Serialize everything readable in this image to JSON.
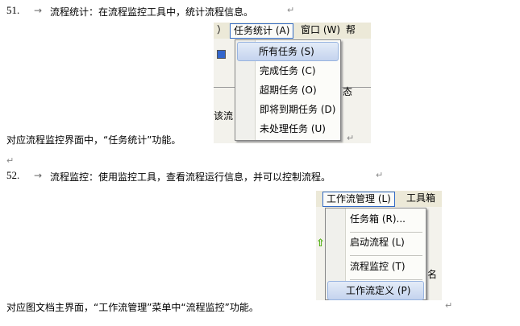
{
  "item51": {
    "number": "51.",
    "arrow": "→",
    "text": "流程统计：在流程监控工具中，统计流程信息。",
    "caption": "对应流程监控界面中，“任务统计”功能。"
  },
  "shot1": {
    "menubar": [
      "）",
      "任务统计 (A)",
      "窗口 (W)",
      "帮"
    ],
    "menu": [
      "所有任务 (S)",
      "完成任务 (C)",
      "超期任务 (O)",
      "即将到期任务 (D)",
      "未处理任务 (U)"
    ],
    "bg_fragments": [
      "该流",
      "态"
    ]
  },
  "item52": {
    "number": "52.",
    "arrow": "→",
    "text": "流程监控：使用监控工具，查看流程运行信息，并可以控制流程。",
    "caption": "对应图文档主界面，“工作流管理”菜单中“流程监控”功能。"
  },
  "shot2": {
    "menubar": [
      "工作流管理 (L)",
      "工具箱"
    ],
    "menu": [
      "任务箱 (R)...",
      "启动流程 (L)",
      "流程监控 (T)",
      "工作流定义 (P)"
    ],
    "bg_fragments": [
      "名"
    ]
  },
  "return_mark": "↵"
}
